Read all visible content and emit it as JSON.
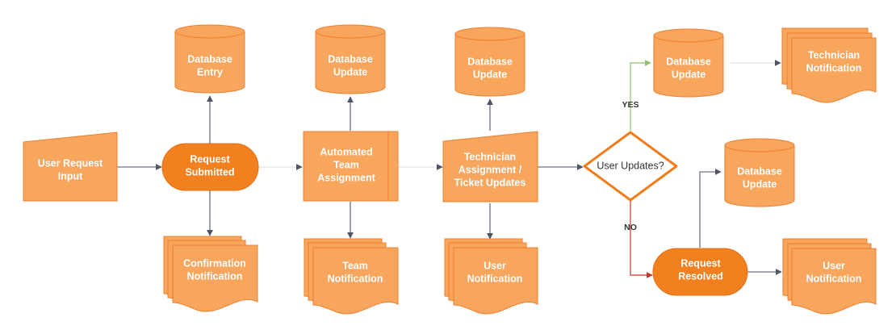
{
  "nodes": {
    "user_request_input": [
      "User Request",
      "Input"
    ],
    "request_submitted": [
      "Request",
      "Submitted"
    ],
    "database_entry": [
      "Database",
      "Entry"
    ],
    "confirmation_notification": [
      "Confirmation",
      "Notification"
    ],
    "automated_team_assignment": [
      "Automated",
      "Team",
      "Assignment"
    ],
    "database_update_1": [
      "Database",
      "Update"
    ],
    "team_notification": [
      "Team",
      "Notification"
    ],
    "technician_assignment": [
      "Technician",
      "Assignment /",
      "Ticket Updates"
    ],
    "database_update_2": [
      "Database",
      "Update"
    ],
    "user_notification_1": [
      "User",
      "Notification"
    ],
    "decision": [
      "User Updates?"
    ],
    "database_update_3": [
      "Database",
      "Update"
    ],
    "technician_notification": [
      "Technician",
      "Notification"
    ],
    "database_update_4": [
      "Database",
      "Update"
    ],
    "request_resolved": [
      "Request",
      "Resolved"
    ],
    "user_notification_2": [
      "User",
      "Notification"
    ]
  },
  "branches": {
    "yes": "YES",
    "no": "NO"
  },
  "colors": {
    "shape_fill": "#f8a55d",
    "terminal_fill": "#f3801f",
    "decision_stroke": "#f07d1b",
    "yes_line": "#8cc46d",
    "no_line": "#c0392b",
    "arrow": "#4f5466"
  }
}
